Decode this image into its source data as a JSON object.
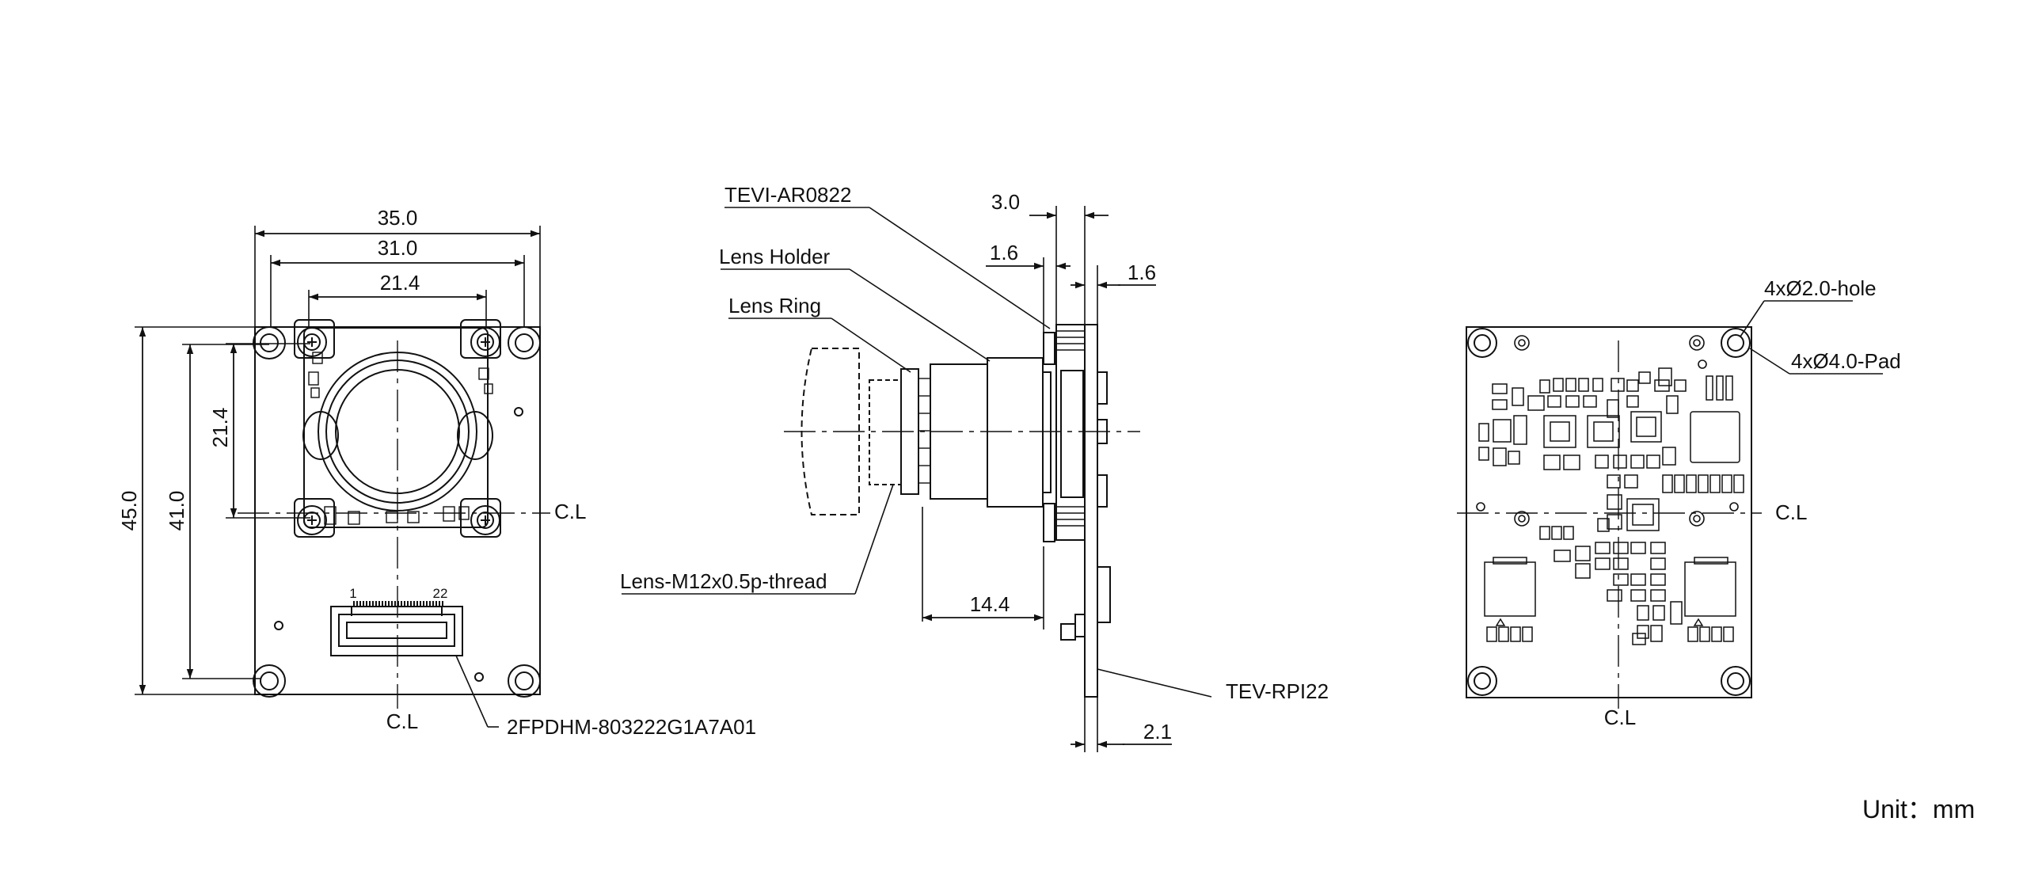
{
  "front_view": {
    "dims": {
      "width_outer": "35.0",
      "width_holes": "31.0",
      "width_inner": "21.4",
      "height_outer": "45.0",
      "height_holes": "41.0",
      "height_inner": "21.4"
    },
    "cl_horizontal": "C.L",
    "cl_vertical": "C.L",
    "connector": {
      "pin_first": "1",
      "pin_last": "22",
      "part_number": "2FPDHM-803222G1A7A01"
    }
  },
  "side_view": {
    "labels": {
      "sensor": "TEVI-AR0822",
      "lens_holder": "Lens Holder",
      "lens_ring": "Lens Ring",
      "lens_thread": "Lens-M12x0.5p-thread",
      "adapter_board": "TEV-RPI22"
    },
    "dims": {
      "top_total": "3.0",
      "top_left": "1.6",
      "top_right": "1.6",
      "lens_depth": "14.4",
      "bottom_board": "2.1"
    }
  },
  "back_view": {
    "labels": {
      "holes": "4xØ2.0-hole",
      "pads": "4xØ4.0-Pad"
    },
    "cl_horizontal": "C.L",
    "cl_vertical": "C.L"
  },
  "unit_label": "Unit：mm"
}
